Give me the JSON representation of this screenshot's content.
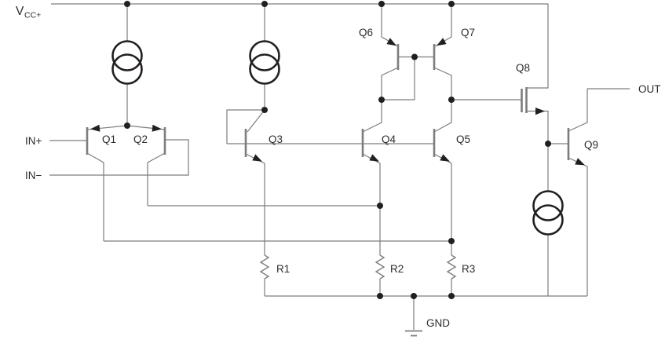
{
  "diagram": {
    "kind": "analog-circuit-schematic",
    "labels": {
      "vcc_main": "V",
      "vcc_sub": "CC+",
      "in_plus": "IN+",
      "in_minus": "IN−",
      "out": "OUT",
      "gnd": "GND",
      "q1": "Q1",
      "q2": "Q2",
      "q3": "Q3",
      "q4": "Q4",
      "q5": "Q5",
      "q6": "Q6",
      "q7": "Q7",
      "q8": "Q8",
      "q9": "Q9",
      "r1": "R1",
      "r2": "R2",
      "r3": "R3"
    },
    "components": [
      {
        "ref": "Q1",
        "symbol": "pnp-bjt"
      },
      {
        "ref": "Q2",
        "symbol": "pnp-bjt"
      },
      {
        "ref": "Q3",
        "symbol": "npn-bjt",
        "note": "diode-connected"
      },
      {
        "ref": "Q4",
        "symbol": "npn-bjt"
      },
      {
        "ref": "Q5",
        "symbol": "npn-bjt"
      },
      {
        "ref": "Q6",
        "symbol": "pnp-bjt",
        "note": "diode-connected mirror"
      },
      {
        "ref": "Q7",
        "symbol": "pnp-bjt"
      },
      {
        "ref": "Q8",
        "symbol": "mosfet"
      },
      {
        "ref": "Q9",
        "symbol": "npn-bjt"
      },
      {
        "ref": "R1",
        "symbol": "resistor"
      },
      {
        "ref": "R2",
        "symbol": "resistor"
      },
      {
        "ref": "R3",
        "symbol": "resistor"
      },
      {
        "symbol": "current-source",
        "location": "input-stage tail"
      },
      {
        "symbol": "current-source",
        "location": "bias for Q3"
      },
      {
        "symbol": "current-source",
        "location": "output stage"
      }
    ],
    "colors": {
      "background": "#ffffff",
      "wire": "#7d7d7d",
      "symbol": "#231f20",
      "text": "#2d2b2c"
    }
  }
}
